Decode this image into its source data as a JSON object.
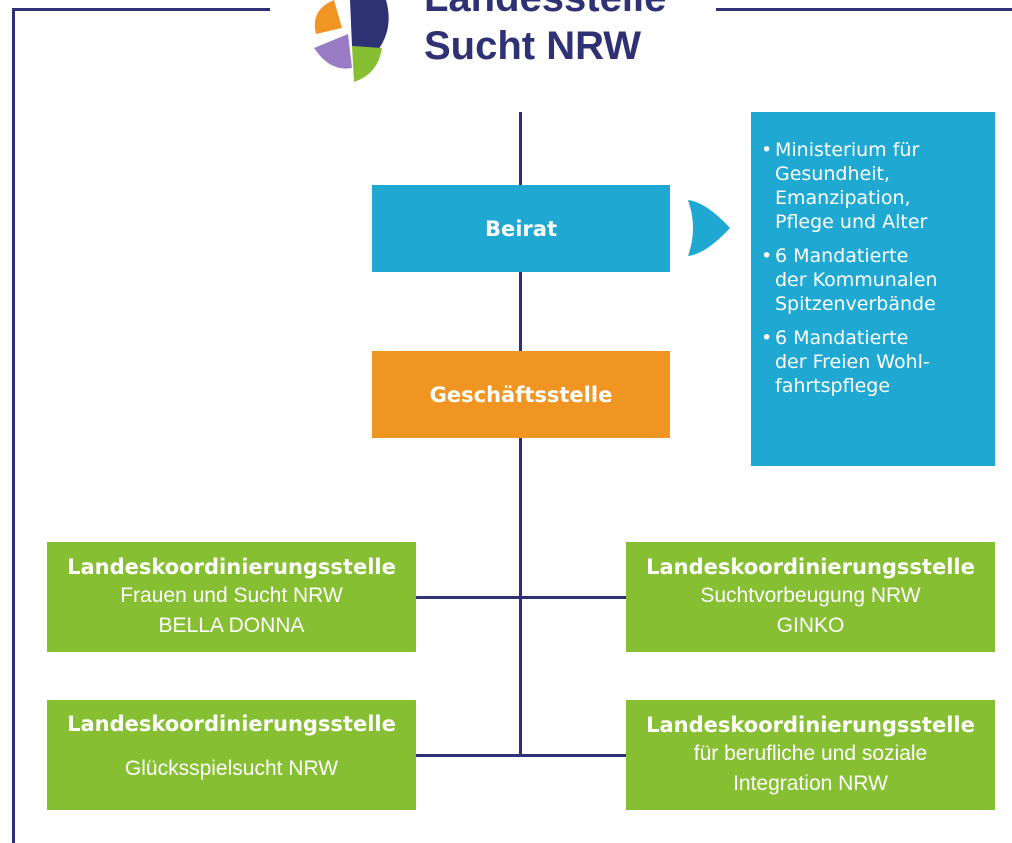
{
  "logo": {
    "line1": "Landesstelle",
    "line2": "Sucht NRW"
  },
  "beirat": {
    "label": "Beirat"
  },
  "geschaeftsstelle": {
    "label": "Geschäftsstelle"
  },
  "members": [
    {
      "lines": [
        "Ministerium für",
        "Gesundheit,",
        "Emanzipation,",
        "Pflege und Alter"
      ]
    },
    {
      "lines": [
        "6 Mandatierte",
        "der Kommunalen",
        "Spitzenverbände"
      ]
    },
    {
      "lines": [
        "6 Mandatierte",
        "der Freien Wohl-",
        "fahrtspflege"
      ]
    }
  ],
  "units": [
    {
      "title": "Landeskoordinierungsstelle",
      "lines": [
        "Frauen und Sucht NRW",
        "BELLA DONNA"
      ]
    },
    {
      "title": "Landeskoordinierungsstelle",
      "lines": [
        "Suchtvorbeugung NRW",
        "GINKO"
      ]
    },
    {
      "title": "Landeskoordinierungsstelle",
      "lines": [
        "Glücksspielsucht NRW"
      ]
    },
    {
      "title": "Landeskoordinierungsstelle",
      "lines": [
        "für berufliche und soziale",
        "Integration NRW"
      ]
    }
  ],
  "colors": {
    "navy": "#2f3175",
    "blue": "#1fa8d1",
    "orange": "#f09521",
    "green": "#86bf32"
  }
}
